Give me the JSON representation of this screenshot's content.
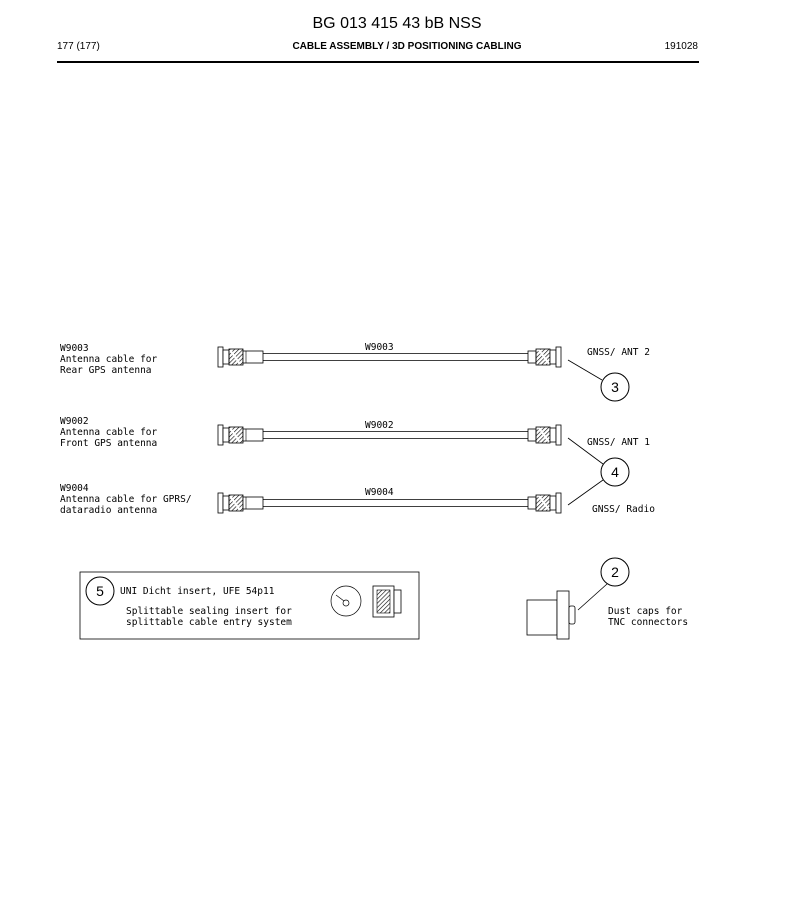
{
  "header": {
    "doc_title": "BG 013 415 43 bB NSS",
    "page": "177 (177)",
    "section": "CABLE ASSEMBLY / 3D POSITIONING CABLING",
    "date_code": "191028"
  },
  "cables": [
    {
      "id": "W9003",
      "desc1": "Antenna cable for",
      "desc2": "Rear GPS antenna",
      "label": "W9003",
      "end": "GNSS/ ANT 2"
    },
    {
      "id": "W9002",
      "desc1": "Antenna cable for",
      "desc2": "Front GPS antenna",
      "label": "W9002",
      "end": "GNSS/ ANT 1"
    },
    {
      "id": "W9004",
      "desc1": "Antenna cable for GPRS/",
      "desc2": "dataradio antenna",
      "label": "W9004",
      "end": "GNSS/ Radio"
    }
  ],
  "callouts": {
    "ant2": "3",
    "ant1_radio": "4",
    "dust_caps": "2",
    "insert": "5"
  },
  "insert_box": {
    "line1": "UNI Dicht insert, UFE 54p11",
    "line2": "Splittable sealing insert for",
    "line3": "splittable cable entry system"
  },
  "dust_caps": {
    "line1": "Dust caps for",
    "line2": "TNC connectors"
  }
}
